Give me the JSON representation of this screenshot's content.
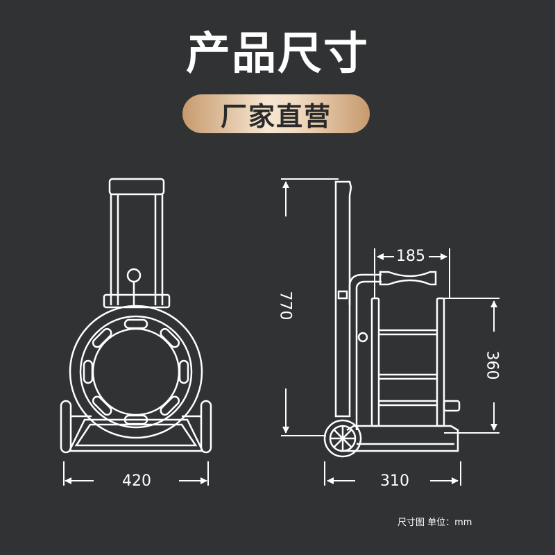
{
  "title": "产品尺寸",
  "badge": "厂家直营",
  "dimensions": {
    "front_width": "420",
    "side_width": "310",
    "height": "770",
    "handle_width": "185",
    "reel_height": "360"
  },
  "unit_note": "尺寸图 单位：mm",
  "colors": {
    "background": "#303234",
    "line": "#ffffff",
    "badge_gold": "#c79a6d"
  }
}
